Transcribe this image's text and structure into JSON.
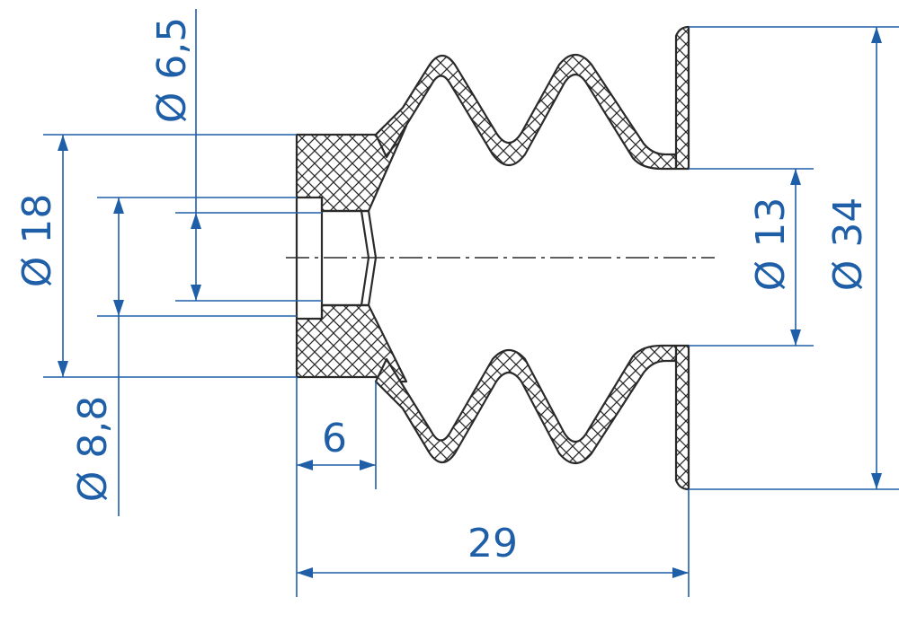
{
  "drawing": {
    "dimensions": {
      "d_6_5": "Ø 6,5",
      "d_18": "Ø 18",
      "d_8_8": "Ø 8,8",
      "d_13": "Ø 13",
      "d_34": "Ø 34",
      "len_6": "6",
      "len_29": "29"
    },
    "colors": {
      "dimension": "#1f5fa8",
      "outline": "#2a2a2a",
      "background": "#ffffff"
    }
  }
}
